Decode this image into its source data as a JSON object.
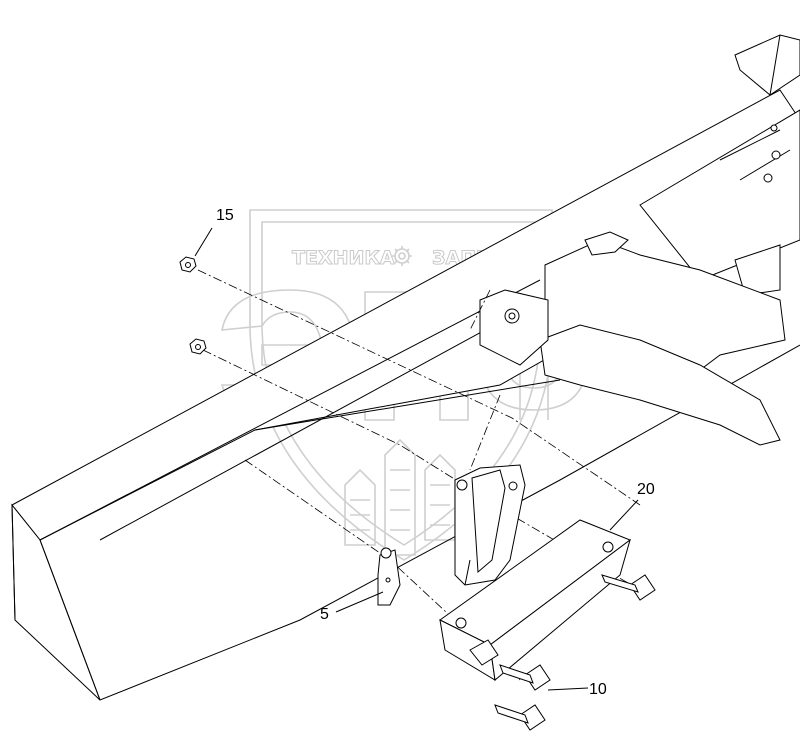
{
  "watermark": {
    "brand_left": "ТЕХНИКА",
    "brand_right": "ЗАПЧАСТИ",
    "logo_letters": "ЭПФ",
    "gear_icon": "gear-icon"
  },
  "callouts": [
    {
      "id": "5",
      "label": "5"
    },
    {
      "id": "10",
      "label": "10"
    },
    {
      "id": "15",
      "label": "15"
    },
    {
      "id": "20",
      "label": "20"
    }
  ]
}
